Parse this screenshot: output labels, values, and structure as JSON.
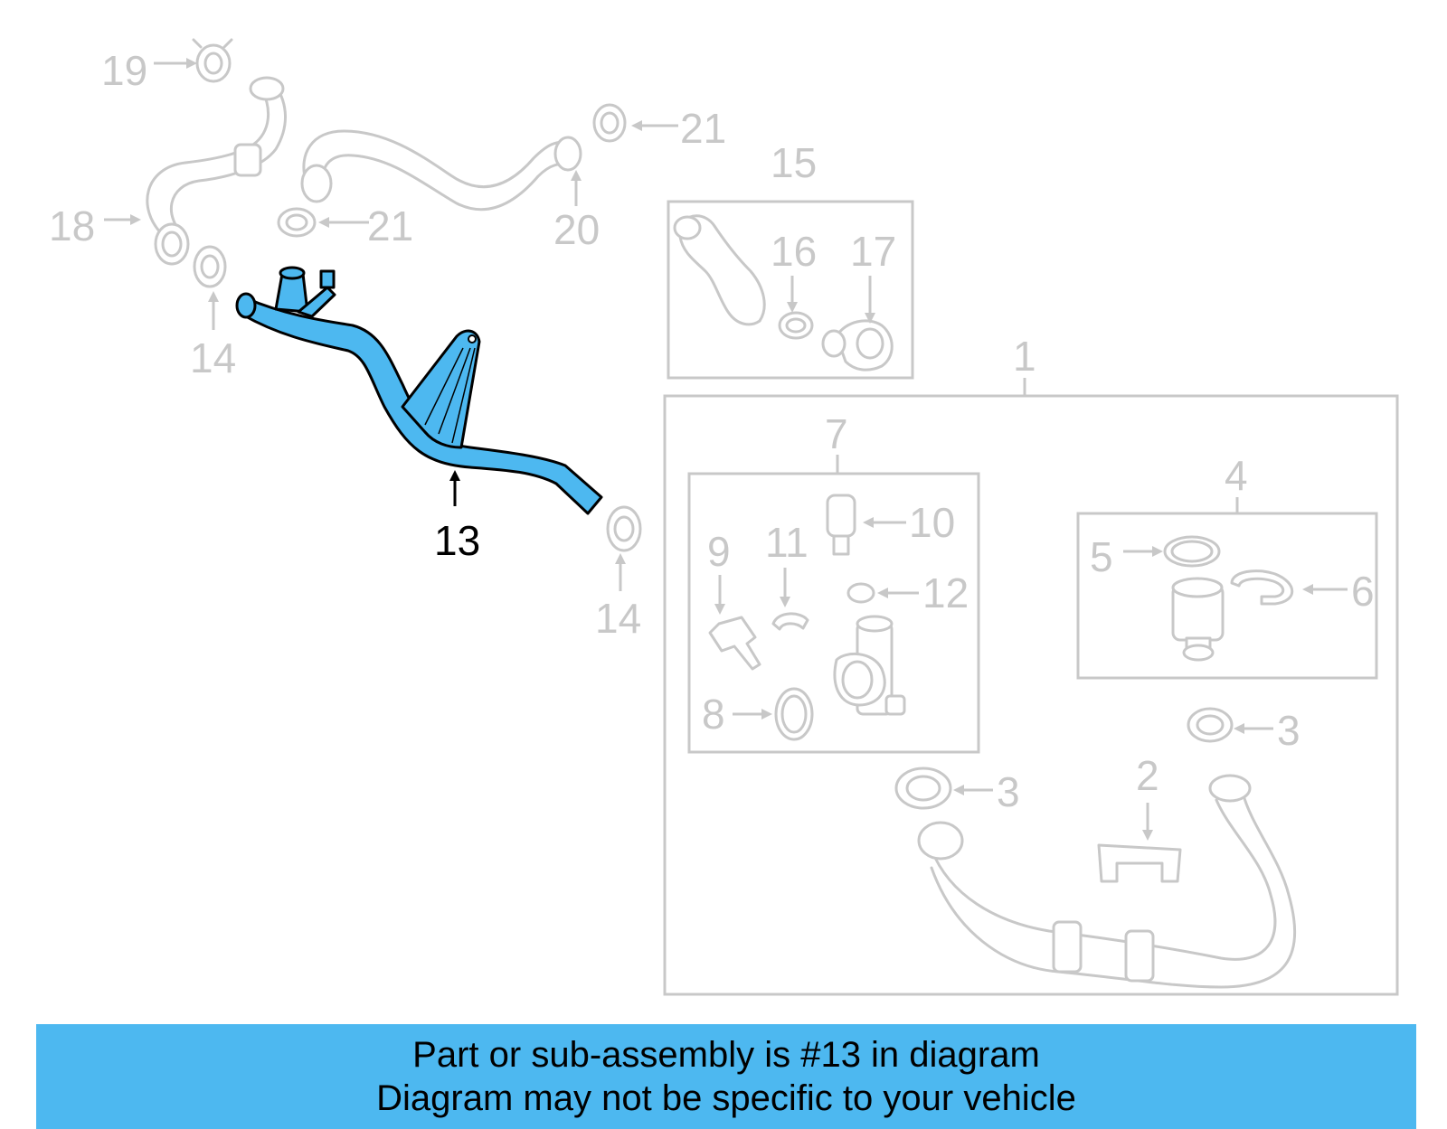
{
  "callouts": {
    "c1": "1",
    "c2": "2",
    "c3a": "3",
    "c3b": "3",
    "c4": "4",
    "c5": "5",
    "c6": "6",
    "c7": "7",
    "c8": "8",
    "c9": "9",
    "c10": "10",
    "c11": "11",
    "c12": "12",
    "c13": "13",
    "c14a": "14",
    "c14b": "14",
    "c15": "15",
    "c16": "16",
    "c17": "17",
    "c18": "18",
    "c19": "19",
    "c20": "20",
    "c21a": "21",
    "c21b": "21"
  },
  "highlight_part": "13",
  "colors": {
    "highlight": "#4db8f0",
    "muted": "#c8c8c8",
    "caption_bg": "#4db8f0"
  },
  "caption": {
    "line1": "Part or sub-assembly is #13 in diagram",
    "line2": "Diagram may not be specific to your vehicle"
  }
}
